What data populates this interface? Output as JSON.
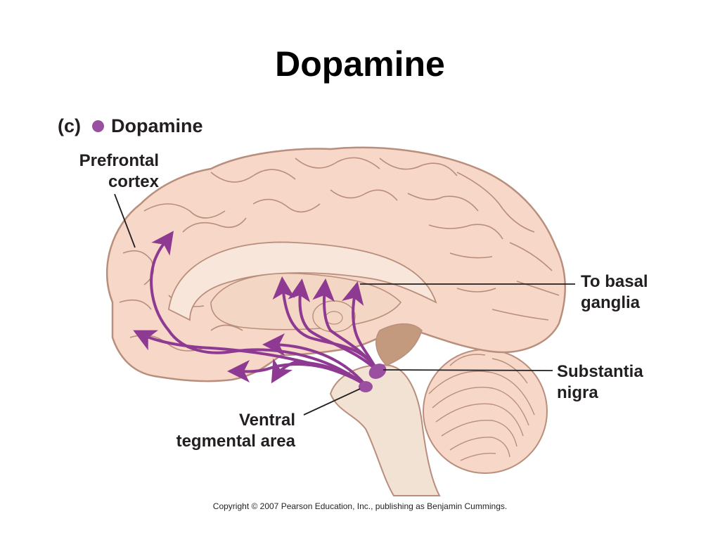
{
  "slide": {
    "title": "Dopamine"
  },
  "figure": {
    "panel": "(c)",
    "legend_label": "Dopamine",
    "labels": {
      "prefrontal_cortex": [
        "Prefrontal",
        "cortex"
      ],
      "basal_ganglia": [
        "To basal",
        "ganglia"
      ],
      "substantia_nigra": [
        "Substantia",
        "nigra"
      ],
      "ventral_tegmental_area": [
        "Ventral",
        "tegmental area"
      ]
    },
    "copyright": "Copyright © 2007 Pearson Education, Inc., publishing as Benjamin Cummings."
  },
  "colors": {
    "pathway": "#8e3a92",
    "nucleus": "#9b4fa0",
    "brain_fill": "#f6d7c8",
    "brain_outline": "#b98e7c",
    "brainstem": "#f2e2d4",
    "dark_tissue": "#c49a7e"
  }
}
